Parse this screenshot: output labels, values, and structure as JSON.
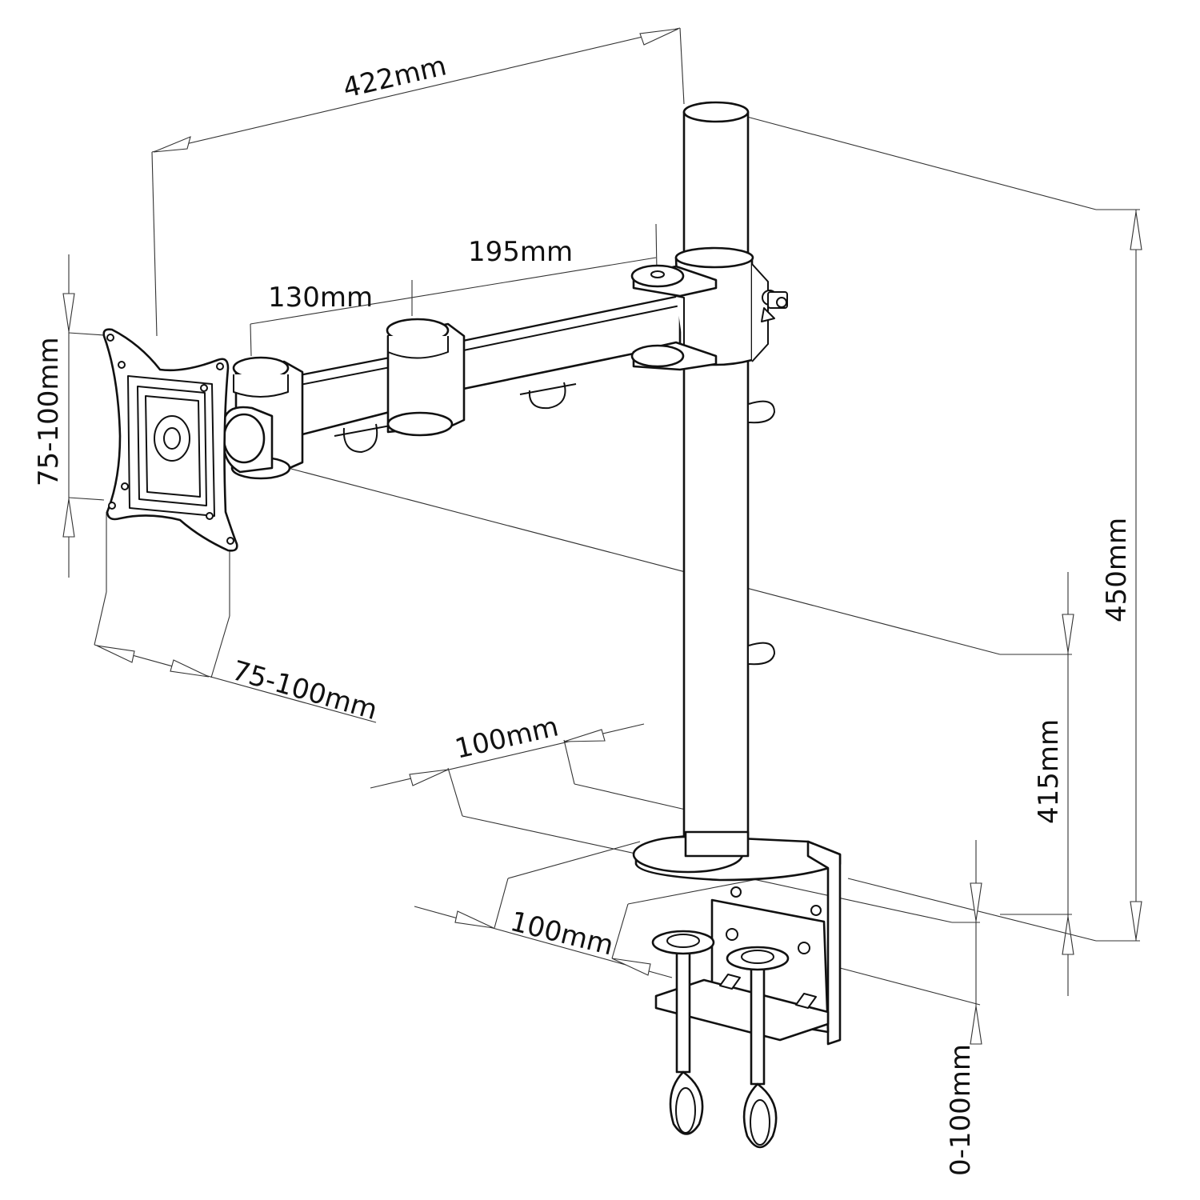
{
  "dimensions": {
    "overall_reach": "422mm",
    "arm_inner": "130mm",
    "arm_outer": "195mm",
    "vesa_vertical": "75-100mm",
    "vesa_horizontal": "75-100mm",
    "pole_height_total": "450mm",
    "pole_height_to_arm": "415mm",
    "base_depth": "100mm",
    "base_width": "100mm",
    "clamp_range": "0-100mm"
  }
}
